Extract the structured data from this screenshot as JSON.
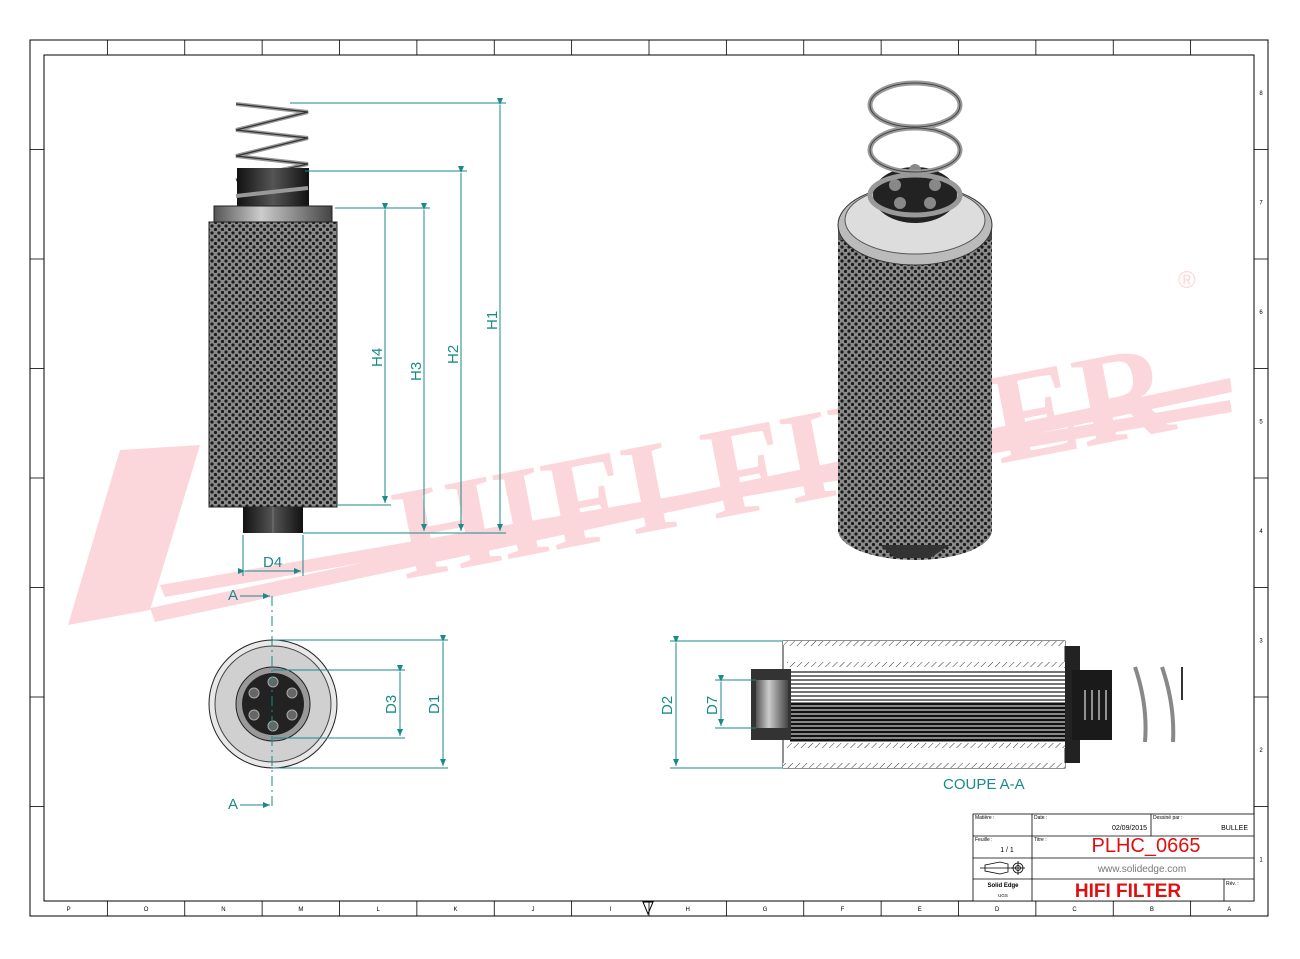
{
  "drawing": {
    "dimensions": {
      "h1": "H1",
      "h2": "H2",
      "h3": "H3",
      "h4": "H4",
      "d4": "D4",
      "d3": "D3",
      "d1": "D1",
      "d2": "D2",
      "d7": "D7"
    },
    "section_mark": "A",
    "section_title": "COUPE A-A",
    "watermark": "HIFI FILTER",
    "watermark_mark": "®"
  },
  "border": {
    "bottom_zones": [
      "P",
      "O",
      "N",
      "M",
      "L",
      "K",
      "J",
      "I",
      "H",
      "G",
      "F",
      "E",
      "D",
      "C",
      "B",
      "A"
    ],
    "right_zones": [
      "8",
      "7",
      "6",
      "5",
      "4",
      "3",
      "2",
      "1"
    ]
  },
  "title_block": {
    "material_label": "Matière :",
    "date_label": "Date :",
    "date": "02/09/2015",
    "drawn_by_label": "Dessiné par :",
    "drawn_by": "BULLEE",
    "sheet_label": "Feuille :",
    "sheet": "1 / 1",
    "title_label": "Titre :",
    "title": "PLHC_0665",
    "website": "www.solidedge.com",
    "software": "Solid Edge",
    "software_sub": "UGS",
    "company": "HIFI FILTER",
    "rev_label": "Rév. :"
  },
  "colors": {
    "dimension": "#1a8a8a",
    "title_red": "#e01010",
    "watermark": "#f9c6cc"
  }
}
